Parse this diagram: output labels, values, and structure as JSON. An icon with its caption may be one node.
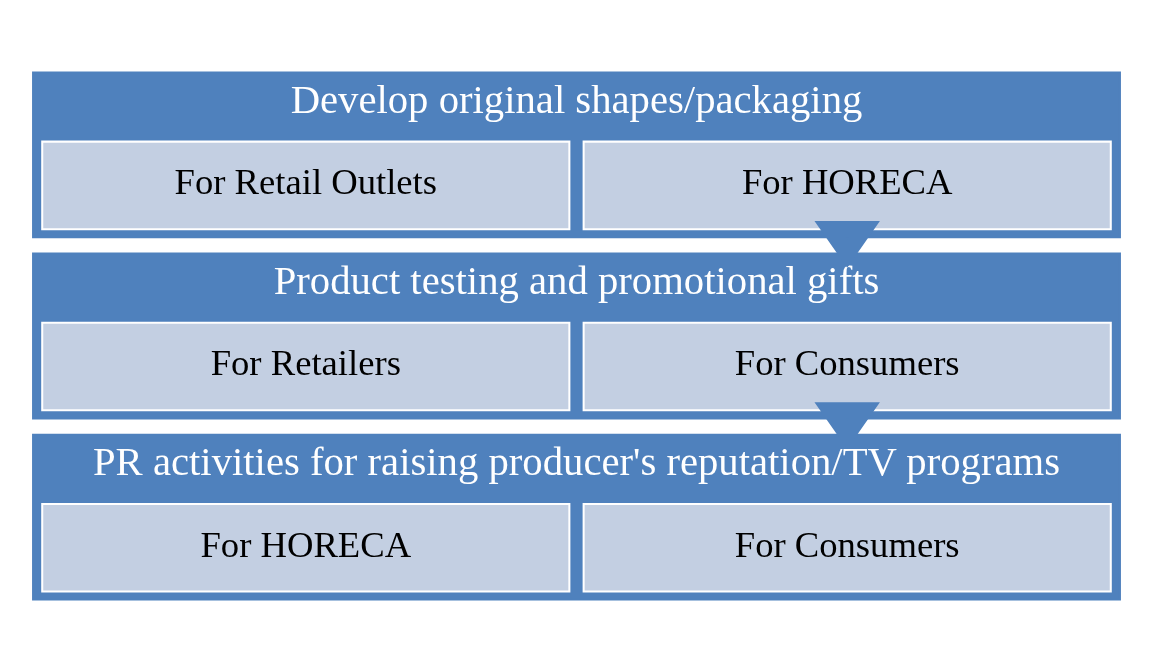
{
  "diagram": {
    "nodes": [
      {
        "text": [
          "Develop original shapes/packaging"
        ]
      },
      {
        "text": [
          "For HORECA"
        ],
        "in": 0
      },
      {
        "text": [
          "For Retail Outlets"
        ],
        "in": 0
      },
      {
        "text": [
          "Product testing and promotional gifts"
        ]
      },
      {
        "text": [
          "For Consumers"
        ],
        "in": 3
      },
      {
        "text": [
          "For Retailers"
        ],
        "in": 3
      },
      {
        "text": [
          "PR activities for raising producer's reputation/TV programs"
        ]
      },
      {
        "text": [
          "For Consumers"
        ],
        "in": 6
      },
      {
        "text": [
          "For HORECA"
        ],
        "in": 6
      }
    ],
    "edges": [
      {
        "from": 0,
        "to": 3,
        "arrow": "to",
        "style": "thick"
      },
      {
        "from": 3,
        "to": 6,
        "arrow": "to",
        "style": "thick"
      }
    ]
  }
}
